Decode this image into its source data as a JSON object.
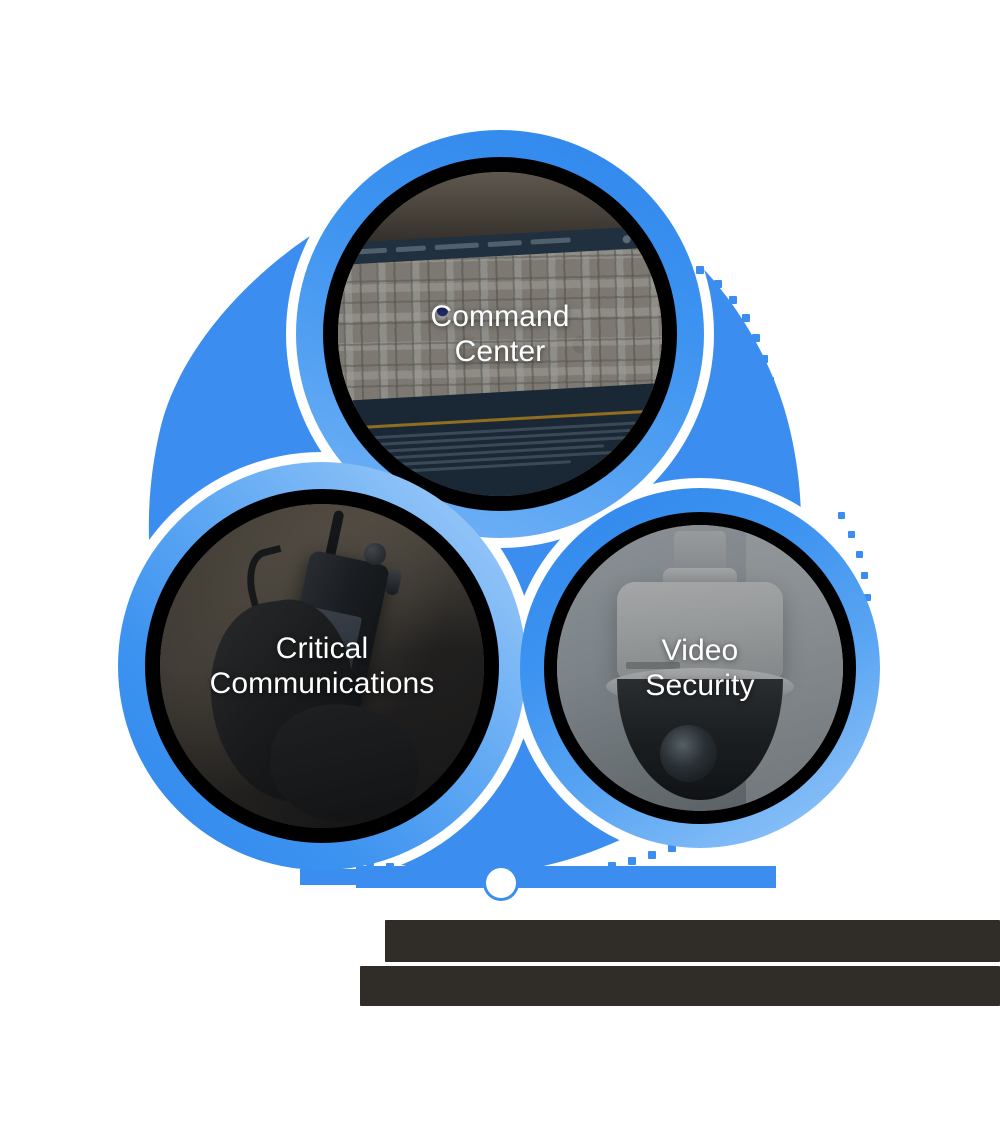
{
  "page": {
    "title": "Solutions Trefoil Graphic",
    "background_color": "#ffffff"
  },
  "theme": {
    "brand_blue": "#3b8ef0",
    "brand_blue_dark": "#2f87ec",
    "brand_blue_light": "#a7d0f9",
    "ring_gap": "#000000",
    "label_color": "#ffffff",
    "caption_block_color": "#302d28"
  },
  "diagram": {
    "type": "trefoil-three-circle",
    "center_connector": {
      "dot_label": "",
      "dot_color": "#ffffff",
      "band_color": "#3b8ef0"
    },
    "circles": [
      {
        "id": "command-center",
        "label": "Command\nCenter",
        "label_line_1": "Command",
        "label_line_2": "Center",
        "position": "top",
        "image_subject": "command-center-map-software-screenshot",
        "ring_color": "#3b8ef0"
      },
      {
        "id": "critical-communications",
        "label": "Critical\nCommunications",
        "label_line_1": "Critical",
        "label_line_2": "Communications",
        "position": "bottom-left",
        "image_subject": "gloved-hand-holding-two-way-radio",
        "ring_color": "#3b8ef0"
      },
      {
        "id": "video-security",
        "label": "Video\nSecurity",
        "label_line_1": "Video",
        "label_line_2": "Security",
        "position": "bottom-right",
        "image_subject": "white-dome-surveillance-camera",
        "ring_color": "#3b8ef0"
      }
    ]
  },
  "caption": {
    "obscured": true,
    "line_1": "",
    "line_2": "",
    "note": ""
  },
  "command_center_image": {
    "tabs": [
      "",
      "",
      "",
      "",
      ""
    ],
    "map_pin": "location-pin",
    "window_dots": [
      "",
      "",
      "",
      ""
    ],
    "log_lines": [
      "",
      "",
      "",
      "",
      "",
      ""
    ],
    "buttons": [
      "",
      "",
      ""
    ]
  }
}
